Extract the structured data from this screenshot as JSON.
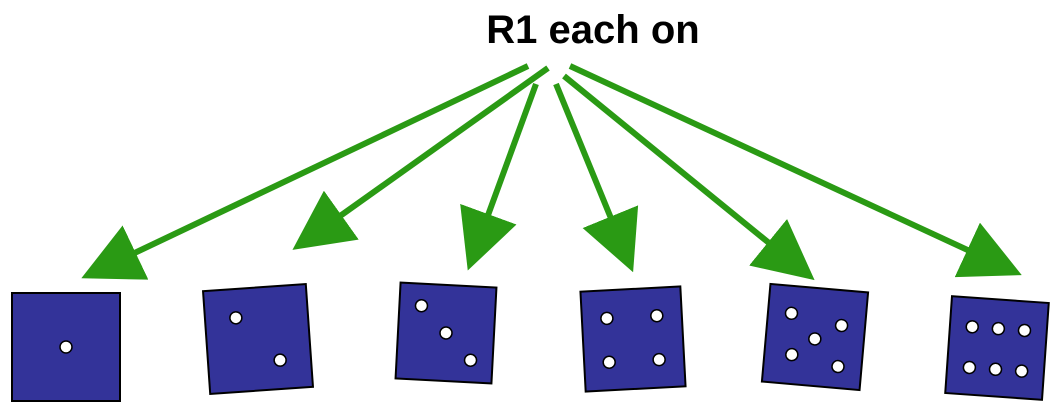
{
  "title": "R1 each on",
  "colors": {
    "arrow": "#2a9a14",
    "die_face": "#333399",
    "die_border": "#000000",
    "pip_fill": "#ffffff",
    "pip_stroke": "#000000",
    "text": "#000000"
  },
  "dice": [
    {
      "face": 1
    },
    {
      "face": 2
    },
    {
      "face": 3
    },
    {
      "face": 4
    },
    {
      "face": 5
    },
    {
      "face": 6
    }
  ]
}
